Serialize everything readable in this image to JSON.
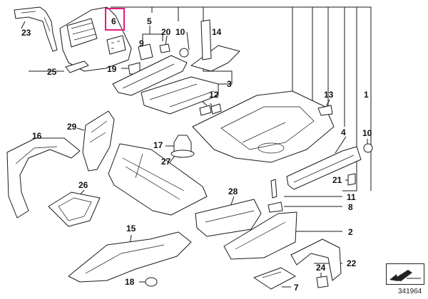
{
  "diagram": {
    "highlight_color": "#e01e7e",
    "highlighted_part": "6",
    "catalog_number": "341964",
    "labels": {
      "p1": "1",
      "p2": "2",
      "p3": "3",
      "p4": "4",
      "p5": "5",
      "p6": "6",
      "p7": "7",
      "p8": "8",
      "p9": "9",
      "p10a": "10",
      "p10b": "10",
      "p11": "11",
      "p12": "12",
      "p13": "13",
      "p14": "14",
      "p15": "15",
      "p16": "16",
      "p17": "17",
      "p18": "18",
      "p19": "19",
      "p20": "20",
      "p21": "21",
      "p22": "22",
      "p23": "23",
      "p24": "24",
      "p25": "25",
      "p26": "26",
      "p27": "27",
      "p28": "28",
      "p29": "29"
    }
  }
}
